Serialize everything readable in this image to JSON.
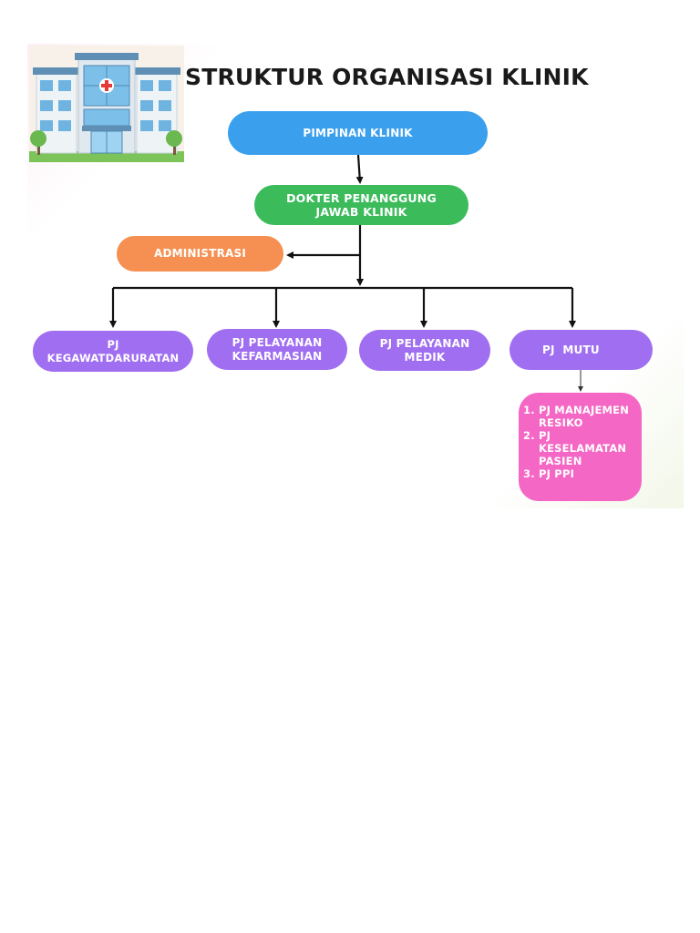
{
  "title": "STRUKTUR ORGANISASI KLINIK",
  "nodes": {
    "pimpinan": "PIMPINAN KLINIK",
    "dokter_line1": "DOKTER PENANGGUNG",
    "dokter_line2": "JAWAB KLINIK",
    "administrasi": "ADMINISTRASI",
    "kegawat_line1": "PJ",
    "kegawat_line2": "KEGAWATDARURATAN",
    "farmasi_line1": "PJ PELAYANAN",
    "farmasi_line2": "KEFARMASIAN",
    "medik_line1": "PJ PELAYANAN",
    "medik_line2": "MEDIK",
    "mutu": "PJ  MUTU",
    "mutu_sub": [
      "PJ MANAJEMEN RESIKO",
      "PJ KESELAMATAN PASIEN",
      "PJ PPI"
    ]
  },
  "colors": {
    "pimpinan": "#3aa0ee",
    "dokter": "#3cbb5b",
    "administrasi": "#f59052",
    "pj": "#a06ef0",
    "mutu_sub": "#f467c5"
  },
  "icons": {
    "logo": "hospital-building-icon"
  }
}
